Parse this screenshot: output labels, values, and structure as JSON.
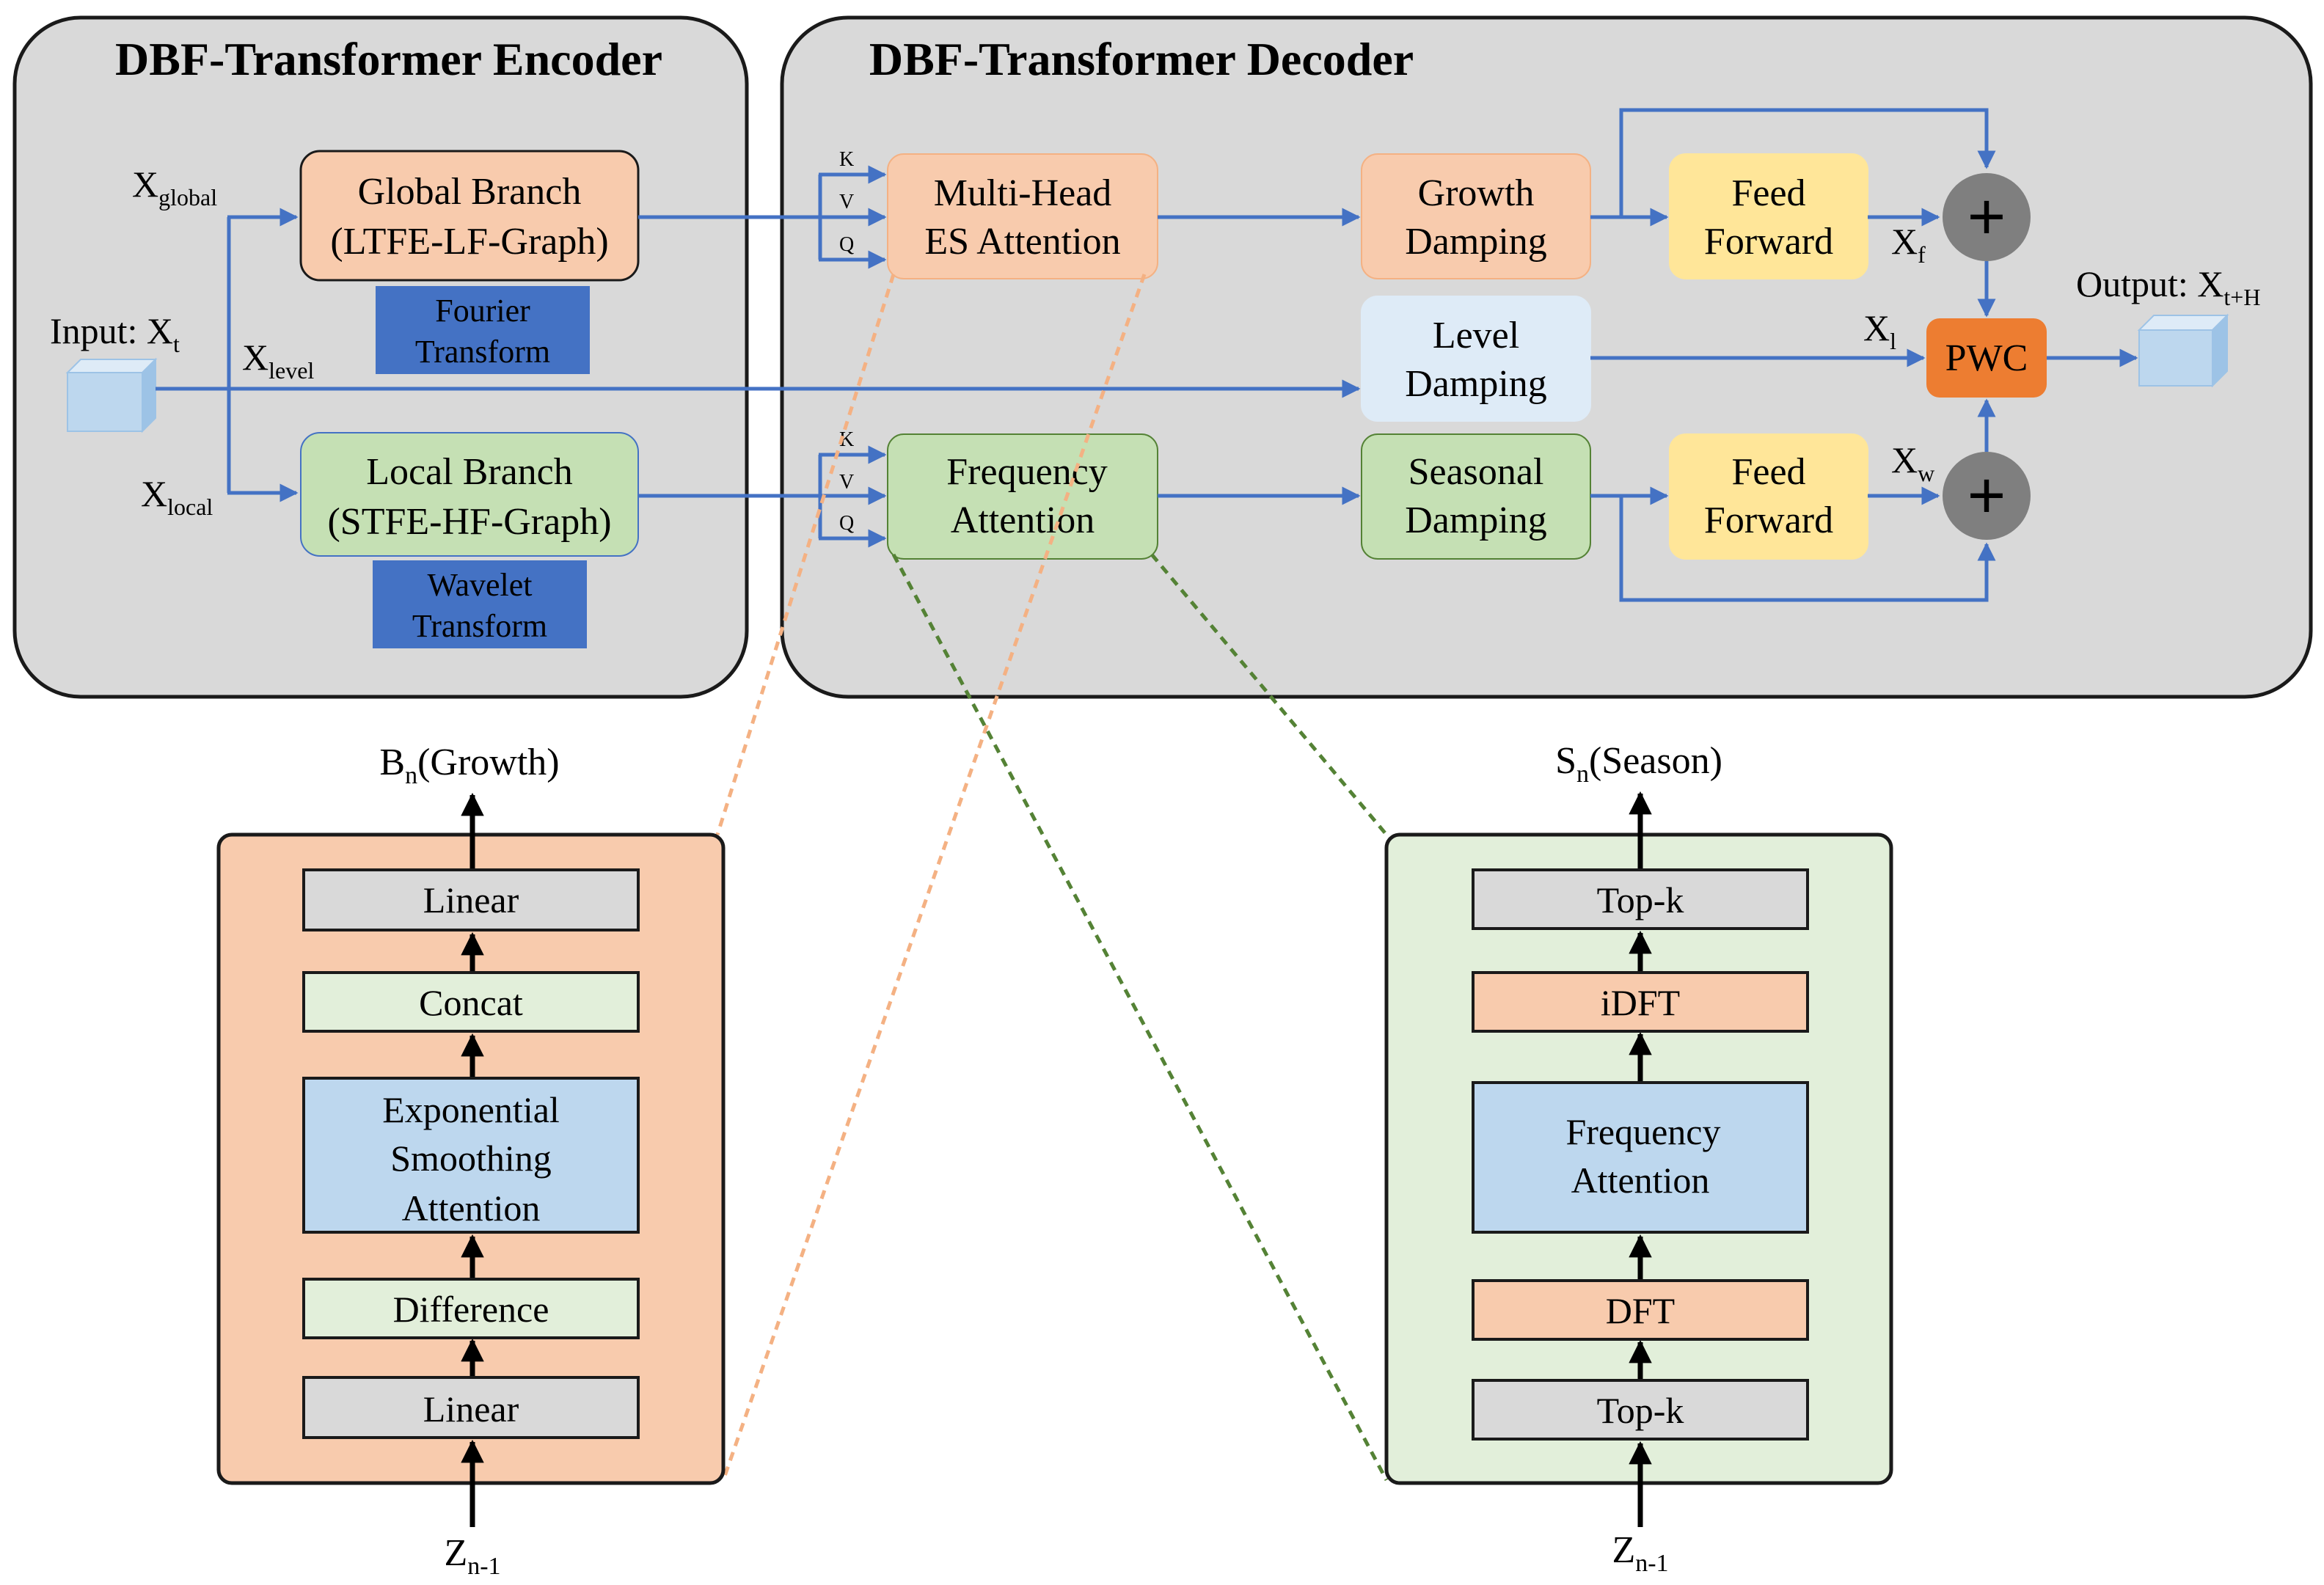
{
  "colors": {
    "panel_bg": "#d9d9d9",
    "panel_border": "#1a1a1a",
    "orange_fill": "#f8cbad",
    "orange_border": "#f4b183",
    "green_fill": "#c5e0b4",
    "green_border": "#548235",
    "light_green_fill": "#e2efda",
    "yellow_fill": "#ffe699",
    "blue_fill": "#bdd7ee",
    "dark_blue_fill": "#4472c4",
    "level_fill": "#deebf7",
    "gray_fill": "#d9d9d9",
    "pwc_fill": "#ed7d31",
    "adder_fill": "#7f7f7f",
    "arrow_blue": "#4472c4",
    "dash_orange": "#f4b183",
    "dash_green": "#548235",
    "cube_fill": "#bdd7ee"
  },
  "encoder": {
    "title": "DBF-Transformer Encoder",
    "input_label": "Input: X",
    "input_sub": "t",
    "x_global": "X",
    "x_global_sub": "global",
    "x_level": "X",
    "x_level_sub": "level",
    "x_local": "X",
    "x_local_sub": "local",
    "global_branch_line1": "Global Branch",
    "global_branch_line2": "(LTFE-LF-Graph)",
    "fourier_line1": "Fourier",
    "fourier_line2": "Transform",
    "local_branch_line1": "Local Branch",
    "local_branch_line2": "(STFE-HF-Graph)",
    "wavelet_line1": "Wavelet",
    "wavelet_line2": "Transform"
  },
  "decoder": {
    "title": "DBF-Transformer Decoder",
    "kvq": [
      "K",
      "V",
      "Q"
    ],
    "mhes_line1": "Multi-Head",
    "mhes_line2": "ES Attention",
    "freq_att_line1": "Frequency",
    "freq_att_line2": "Attention",
    "growth_line1": "Growth",
    "growth_line2": "Damping",
    "level_line1": "Level",
    "level_line2": "Damping",
    "seasonal_line1": "Seasonal",
    "seasonal_line2": "Damping",
    "ff_line1": "Feed",
    "ff_line2": "Forward",
    "plus": "+",
    "pwc": "PWC",
    "x_f": "X",
    "x_f_sub": "f",
    "x_l": "X",
    "x_l_sub": "l",
    "x_w": "X",
    "x_w_sub": "w",
    "output_label": "Output: X",
    "output_sub": "t+H"
  },
  "growth_detail": {
    "top_label": "B",
    "top_sub": "n",
    "top_rest": "(Growth)",
    "layers": [
      "Linear",
      "Concat",
      "Exponential",
      "Smoothing",
      "Attention",
      "Difference",
      "Linear"
    ],
    "bottom_label": "Z",
    "bottom_sub": "n-1"
  },
  "season_detail": {
    "top_label": "S",
    "top_sub": "n",
    "top_rest": "(Season)",
    "layers": [
      "Top-k",
      "iDFT",
      "Frequency",
      "Attention",
      "DFT",
      "Top-k"
    ],
    "bottom_label": "Z",
    "bottom_sub": "n-1"
  }
}
